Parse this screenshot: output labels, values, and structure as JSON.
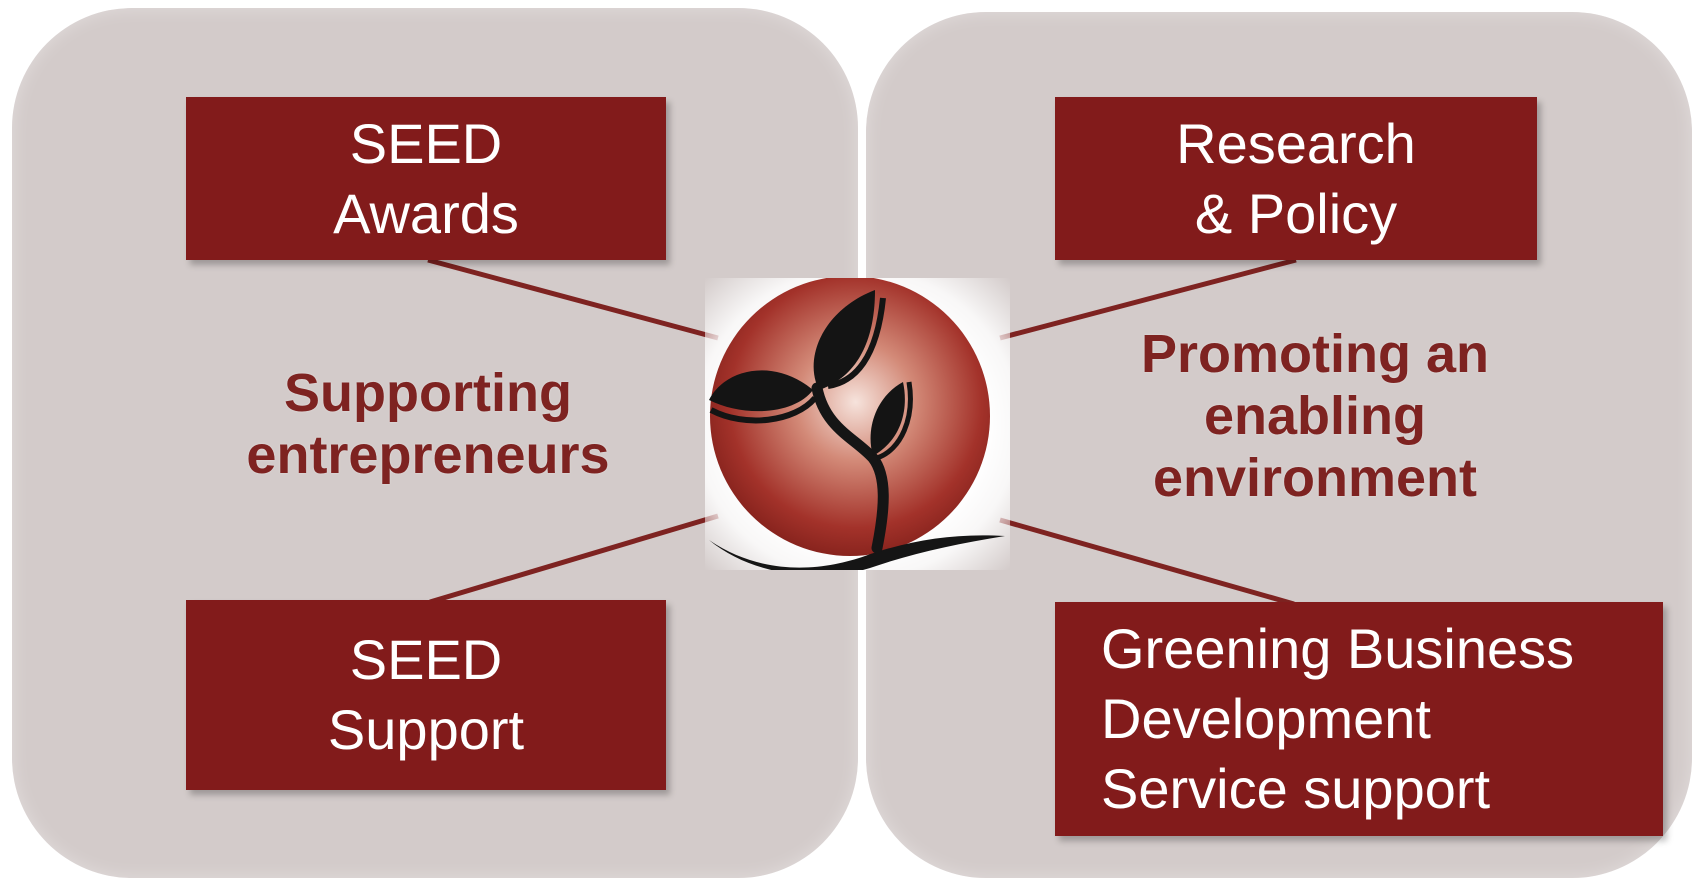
{
  "boxes": {
    "seed_awards": {
      "line1": "SEED",
      "line2": "Awards"
    },
    "seed_support": {
      "line1": "SEED",
      "line2": "Support"
    },
    "research_policy": {
      "line1": "Research",
      "line2": "& Policy"
    },
    "greening": {
      "line1": "Greening Business",
      "line2": "Development",
      "line3": "Service support"
    }
  },
  "themes": {
    "left": {
      "line1": "Supporting",
      "line2": "entrepreneurs"
    },
    "right": {
      "line1": "Promoting an",
      "line2": "enabling",
      "line3": "environment"
    }
  },
  "colors": {
    "box_fill": "#821b1b",
    "box_text": "#ffffff",
    "panel_fill": "#d3cbca",
    "theme_text": "#7e2321",
    "logo_gradient_outer": "#a02e22",
    "logo_gradient_inner": "#f4ded6",
    "leaf": "#111111"
  },
  "logo": {
    "icon": "seedling-sphere-icon"
  }
}
